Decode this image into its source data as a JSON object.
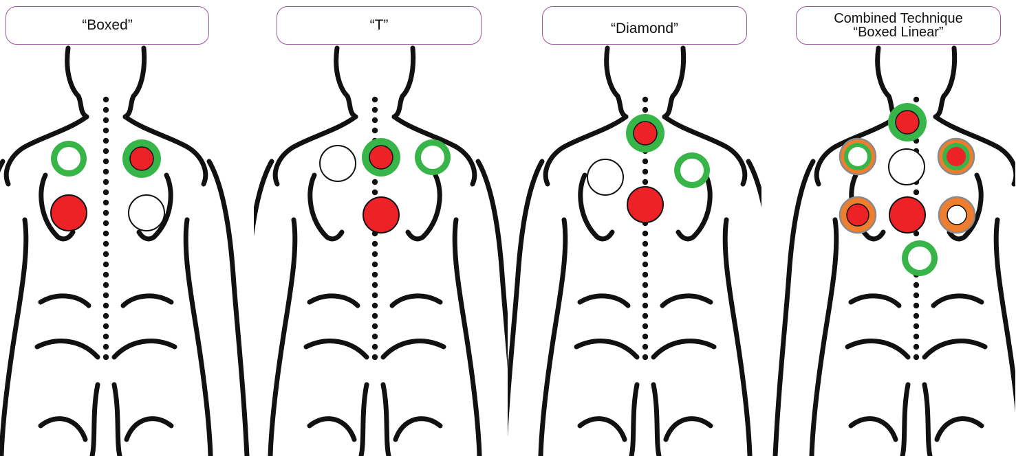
{
  "colors": {
    "green": "#38b549",
    "red": "#ec2227",
    "orange": "#ee7d2d",
    "ring_border_gray": "#8a8a8a",
    "outline": "#111111",
    "label_border": "#a0519a"
  },
  "panels": [
    {
      "label_lines": [
        "“Boxed”"
      ],
      "markers": [
        {
          "style": "green-ring-white"
        },
        {
          "style": "green-ring-red"
        },
        {
          "style": "red"
        },
        {
          "style": "white"
        }
      ]
    },
    {
      "label_lines": [
        "“T”"
      ],
      "markers": [
        {
          "style": "white"
        },
        {
          "style": "green-ring-red"
        },
        {
          "style": "green-ring-white"
        },
        {
          "style": "red"
        }
      ]
    },
    {
      "label_lines": [
        "“Diamond”"
      ],
      "markers": [
        {
          "style": "green-ring-red"
        },
        {
          "style": "white"
        },
        {
          "style": "green-ring-white"
        },
        {
          "style": "red"
        }
      ]
    },
    {
      "label_lines": [
        "Combined Technique",
        "“Boxed Linear”"
      ],
      "markers": [
        {
          "style": "green-ring-red"
        },
        {
          "style": "orange-green-ring-white"
        },
        {
          "style": "white"
        },
        {
          "style": "orange-green-ring-red"
        },
        {
          "style": "orange-ring-red"
        },
        {
          "style": "red"
        },
        {
          "style": "orange-ring-white"
        },
        {
          "style": "green-ring-white"
        }
      ]
    }
  ]
}
